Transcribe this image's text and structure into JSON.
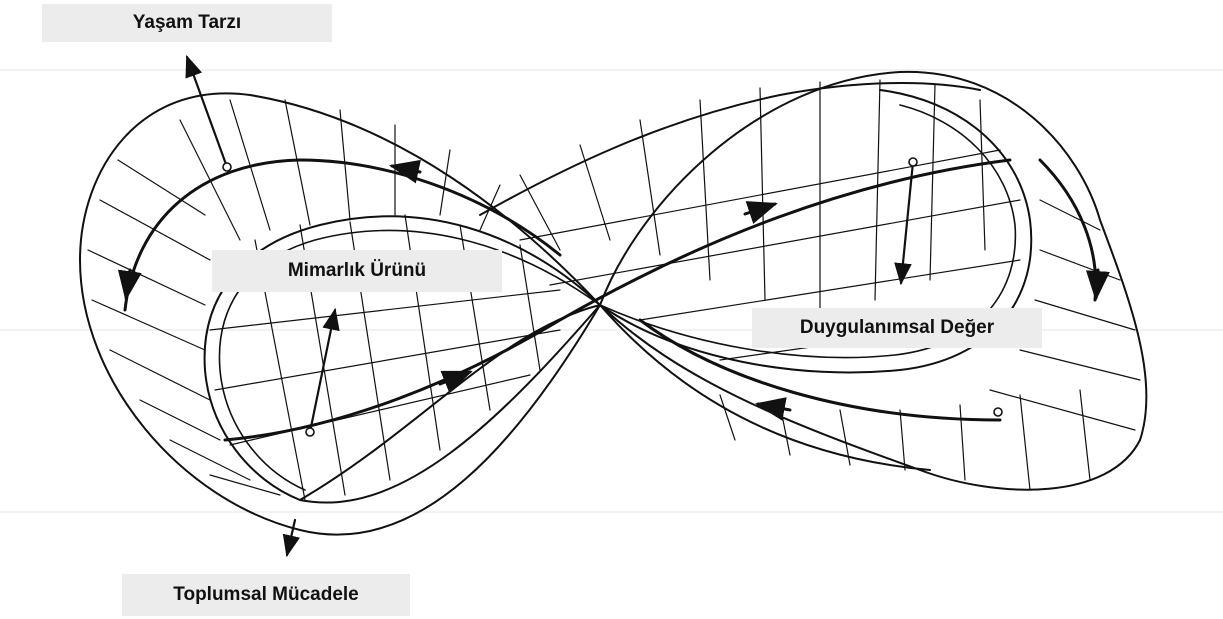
{
  "labels": {
    "lifestyle": "Yaşam Tarzı",
    "architectural_product": "Mimarlık Ürünü",
    "emotional_value": "Duygulanımsal Değer",
    "social_struggle": "Toplumsal Mücadele"
  },
  "colors": {
    "line": "#111111",
    "label_background": "#ececec",
    "background": "#ffffff"
  }
}
